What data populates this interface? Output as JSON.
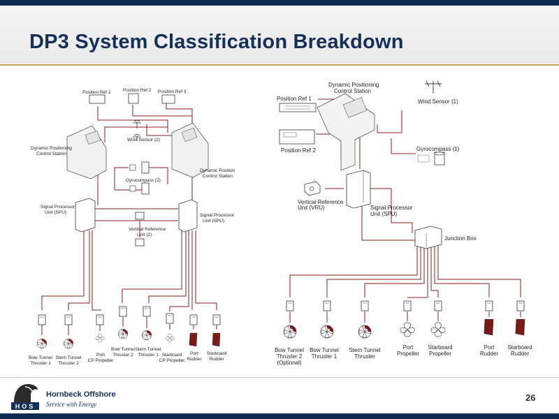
{
  "slide": {
    "title": "DP3 System Classification Breakdown",
    "page_number": "26"
  },
  "footer": {
    "company": "Hornbeck Offshore",
    "tagline": "Service with Energy",
    "logo_letters": "HOS"
  },
  "colors": {
    "navy": "#13305a",
    "wire_red": "#8a1c1c",
    "gold": "#c9a96b"
  },
  "left_diagram": {
    "position_ref_1": "Position Ref 1",
    "position_ref_2": "Position Ref 2",
    "position_ref_3": "Position Ref 3",
    "wind_sensor": "Wind Sensor (2)",
    "gyrocompass": "Gyrocompass (2)",
    "dp_station_left": [
      "Dynamic Positioning",
      "Control Station"
    ],
    "dp_station_right": [
      "Dynamic Position",
      "Control Station"
    ],
    "spu_left": [
      "Signal Processor",
      "Unit (SPU)"
    ],
    "spu_right": [
      "Signal Processor",
      "Unit (SPU)"
    ],
    "vru": [
      "Vertical Reference",
      "Unit (2)"
    ],
    "thrusters": [
      {
        "lines": [
          "Bow Tunnel",
          "Thruster 1"
        ]
      },
      {
        "lines": [
          "Stern Tunnel",
          "Thruster 2"
        ]
      },
      {
        "lines": [
          "Port",
          "CP Propeller"
        ]
      },
      {
        "lines": [
          "Bow Tunnel",
          "Thruster 2"
        ]
      },
      {
        "lines": [
          "Stern Tunnel",
          "Thruster 1"
        ]
      },
      {
        "lines": [
          "Starboard",
          "CP Propeller"
        ]
      },
      {
        "lines": [
          "Port",
          "Rudder"
        ]
      },
      {
        "lines": [
          "Starboard",
          "Rudder"
        ]
      }
    ]
  },
  "right_diagram": {
    "dp_station": [
      "Dynamic Positioning",
      "Control Station"
    ],
    "position_ref_1": "Position Ref 1",
    "position_ref_2": "Position Ref 2",
    "wind_sensor": "Wind Sensor (1)",
    "gyrocompass": "Gyrocompass (1)",
    "vru": [
      "Vertical Reference",
      "Unit (VRU)"
    ],
    "spu": [
      "Signal Processor",
      "Unit (SPU)"
    ],
    "junction_box": "Junction Box",
    "thrusters": [
      {
        "lines": [
          "Bow Tunnel",
          "Thruster 2",
          "(Optional)"
        ]
      },
      {
        "lines": [
          "Bow Tunnel",
          "Thruster 1"
        ]
      },
      {
        "lines": [
          "Stern Tunnel",
          "Thruster"
        ]
      },
      {
        "lines": [
          "Port",
          "Propeller"
        ]
      },
      {
        "lines": [
          "Starboard",
          "Propeller"
        ]
      },
      {
        "lines": [
          "Port",
          "Rudder"
        ]
      },
      {
        "lines": [
          "Starboard",
          "Rudder"
        ]
      }
    ]
  }
}
